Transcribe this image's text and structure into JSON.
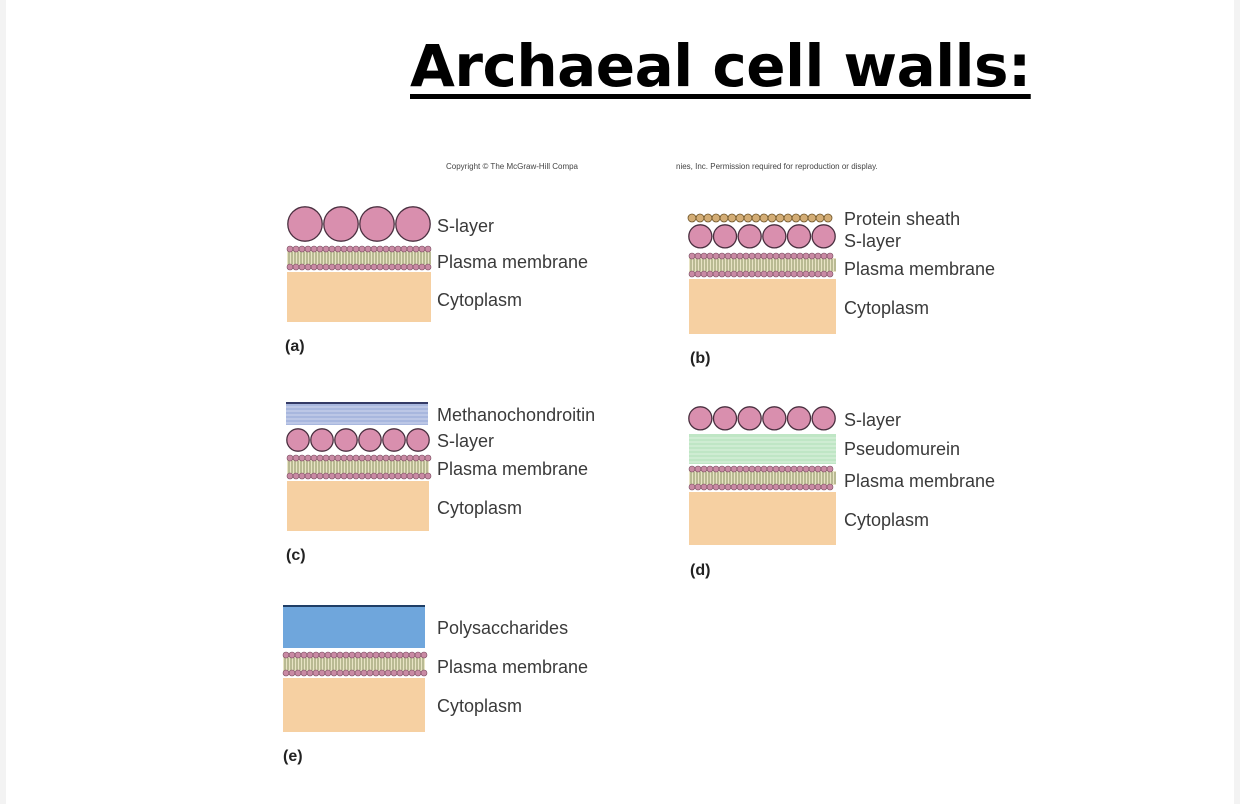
{
  "title": "Archaeal cell walls:",
  "copyright_left": "Copyright © The McGraw-Hill Compa",
  "copyright_right": "nies, Inc. Permission required for reproduction or display.",
  "panels": {
    "a": {
      "letter": "(a)",
      "layers": [
        "S-layer",
        "Plasma membrane",
        "Cytoplasm"
      ]
    },
    "b": {
      "letter": "(b)",
      "layers": [
        "Protein sheath",
        "S-layer",
        "Plasma membrane",
        "Cytoplasm"
      ]
    },
    "c": {
      "letter": "(c)",
      "layers": [
        "Methanochondroitin",
        "S-layer",
        "Plasma membrane",
        "Cytoplasm"
      ]
    },
    "d": {
      "letter": "(d)",
      "layers": [
        "S-layer",
        "Pseudomurein",
        "Plasma membrane",
        "Cytoplasm"
      ]
    },
    "e": {
      "letter": "(e)",
      "layers": [
        "Polysaccharides",
        "Plasma membrane",
        "Cytoplasm"
      ]
    }
  },
  "colors": {
    "s_layer": "#d98fae",
    "membrane_head": "#c98aa4",
    "cytoplasm": "#f6d0a2",
    "methanochondroitin": "#a8b7de",
    "pseudomurein": "#bfe6c5",
    "polysaccharides": "#6fa6dc",
    "protein_sheath": "#d3ad76"
  }
}
